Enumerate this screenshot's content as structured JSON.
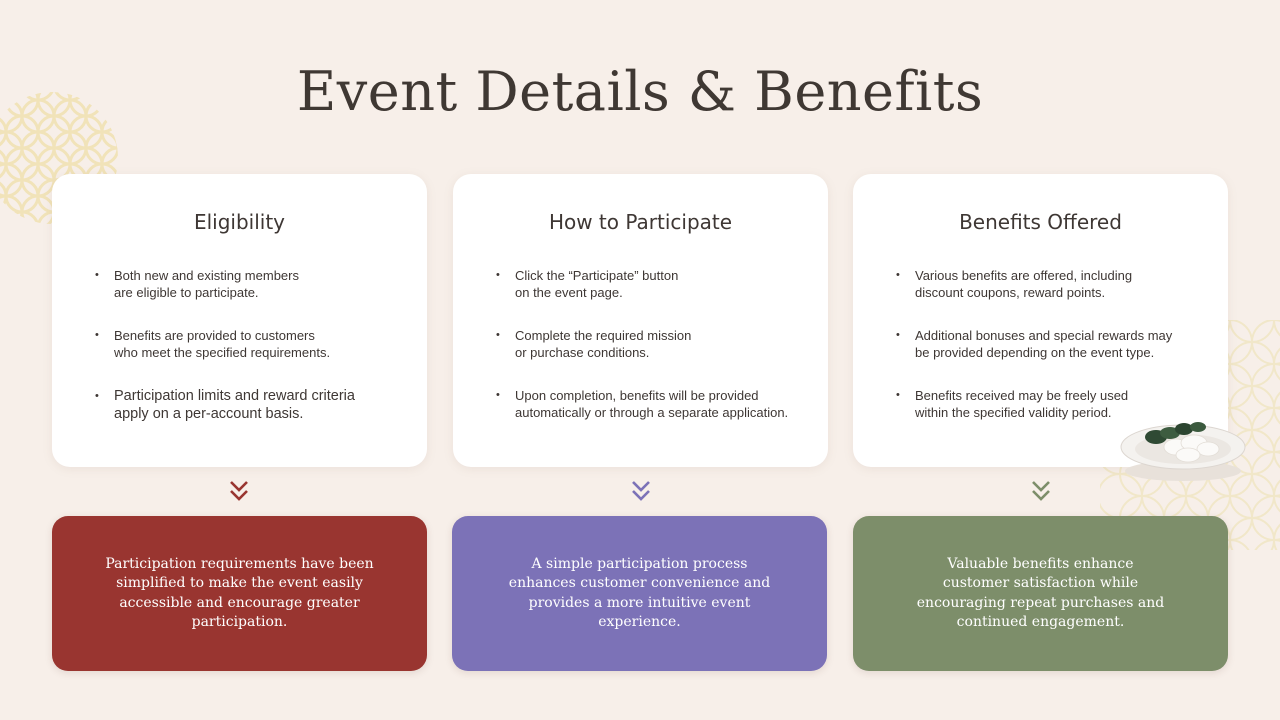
{
  "title": "Event Details & Benefits",
  "colors": {
    "background": "#f7efe9",
    "card": "#ffffff",
    "red": "#993530",
    "purple": "#7c72b7",
    "green": "#7d8e6a"
  },
  "cards": [
    {
      "heading": "Eligibility",
      "items": [
        [
          "Both new and existing members",
          "are eligible to participate."
        ],
        [
          "Benefits are provided to customers",
          "who meet the specified requirements."
        ],
        [
          "Participation limits and reward criteria",
          "apply on a per-account basis."
        ]
      ],
      "chevron_icon": "double-chevron-down-icon",
      "summary": [
        "Participation requirements have been",
        "simplified to make the event easily",
        "accessible and encourage greater",
        "participation."
      ]
    },
    {
      "heading": "How to Participate",
      "items": [
        [
          "Click the “Participate” button",
          "on the event page."
        ],
        [
          "Complete the required mission",
          "or purchase conditions."
        ],
        [
          "Upon completion, benefits will be provided",
          "automatically or through a separate application."
        ]
      ],
      "chevron_icon": "double-chevron-down-icon",
      "summary": [
        "A simple participation process",
        "enhances customer convenience and",
        "provides a more intuitive event",
        "experience."
      ]
    },
    {
      "heading": "Benefits Offered",
      "items": [
        [
          "Various benefits are offered, including",
          "discount coupons, reward points."
        ],
        [
          "Additional bonuses and special rewards may",
          "be provided depending on the event type."
        ],
        [
          "Benefits received may be freely used",
          "within the specified validity period."
        ]
      ],
      "chevron_icon": "double-chevron-down-icon",
      "summary": [
        "Valuable benefits enhance",
        "customer satisfaction while",
        "encouraging repeat purchases and",
        "continued engagement."
      ]
    }
  ]
}
